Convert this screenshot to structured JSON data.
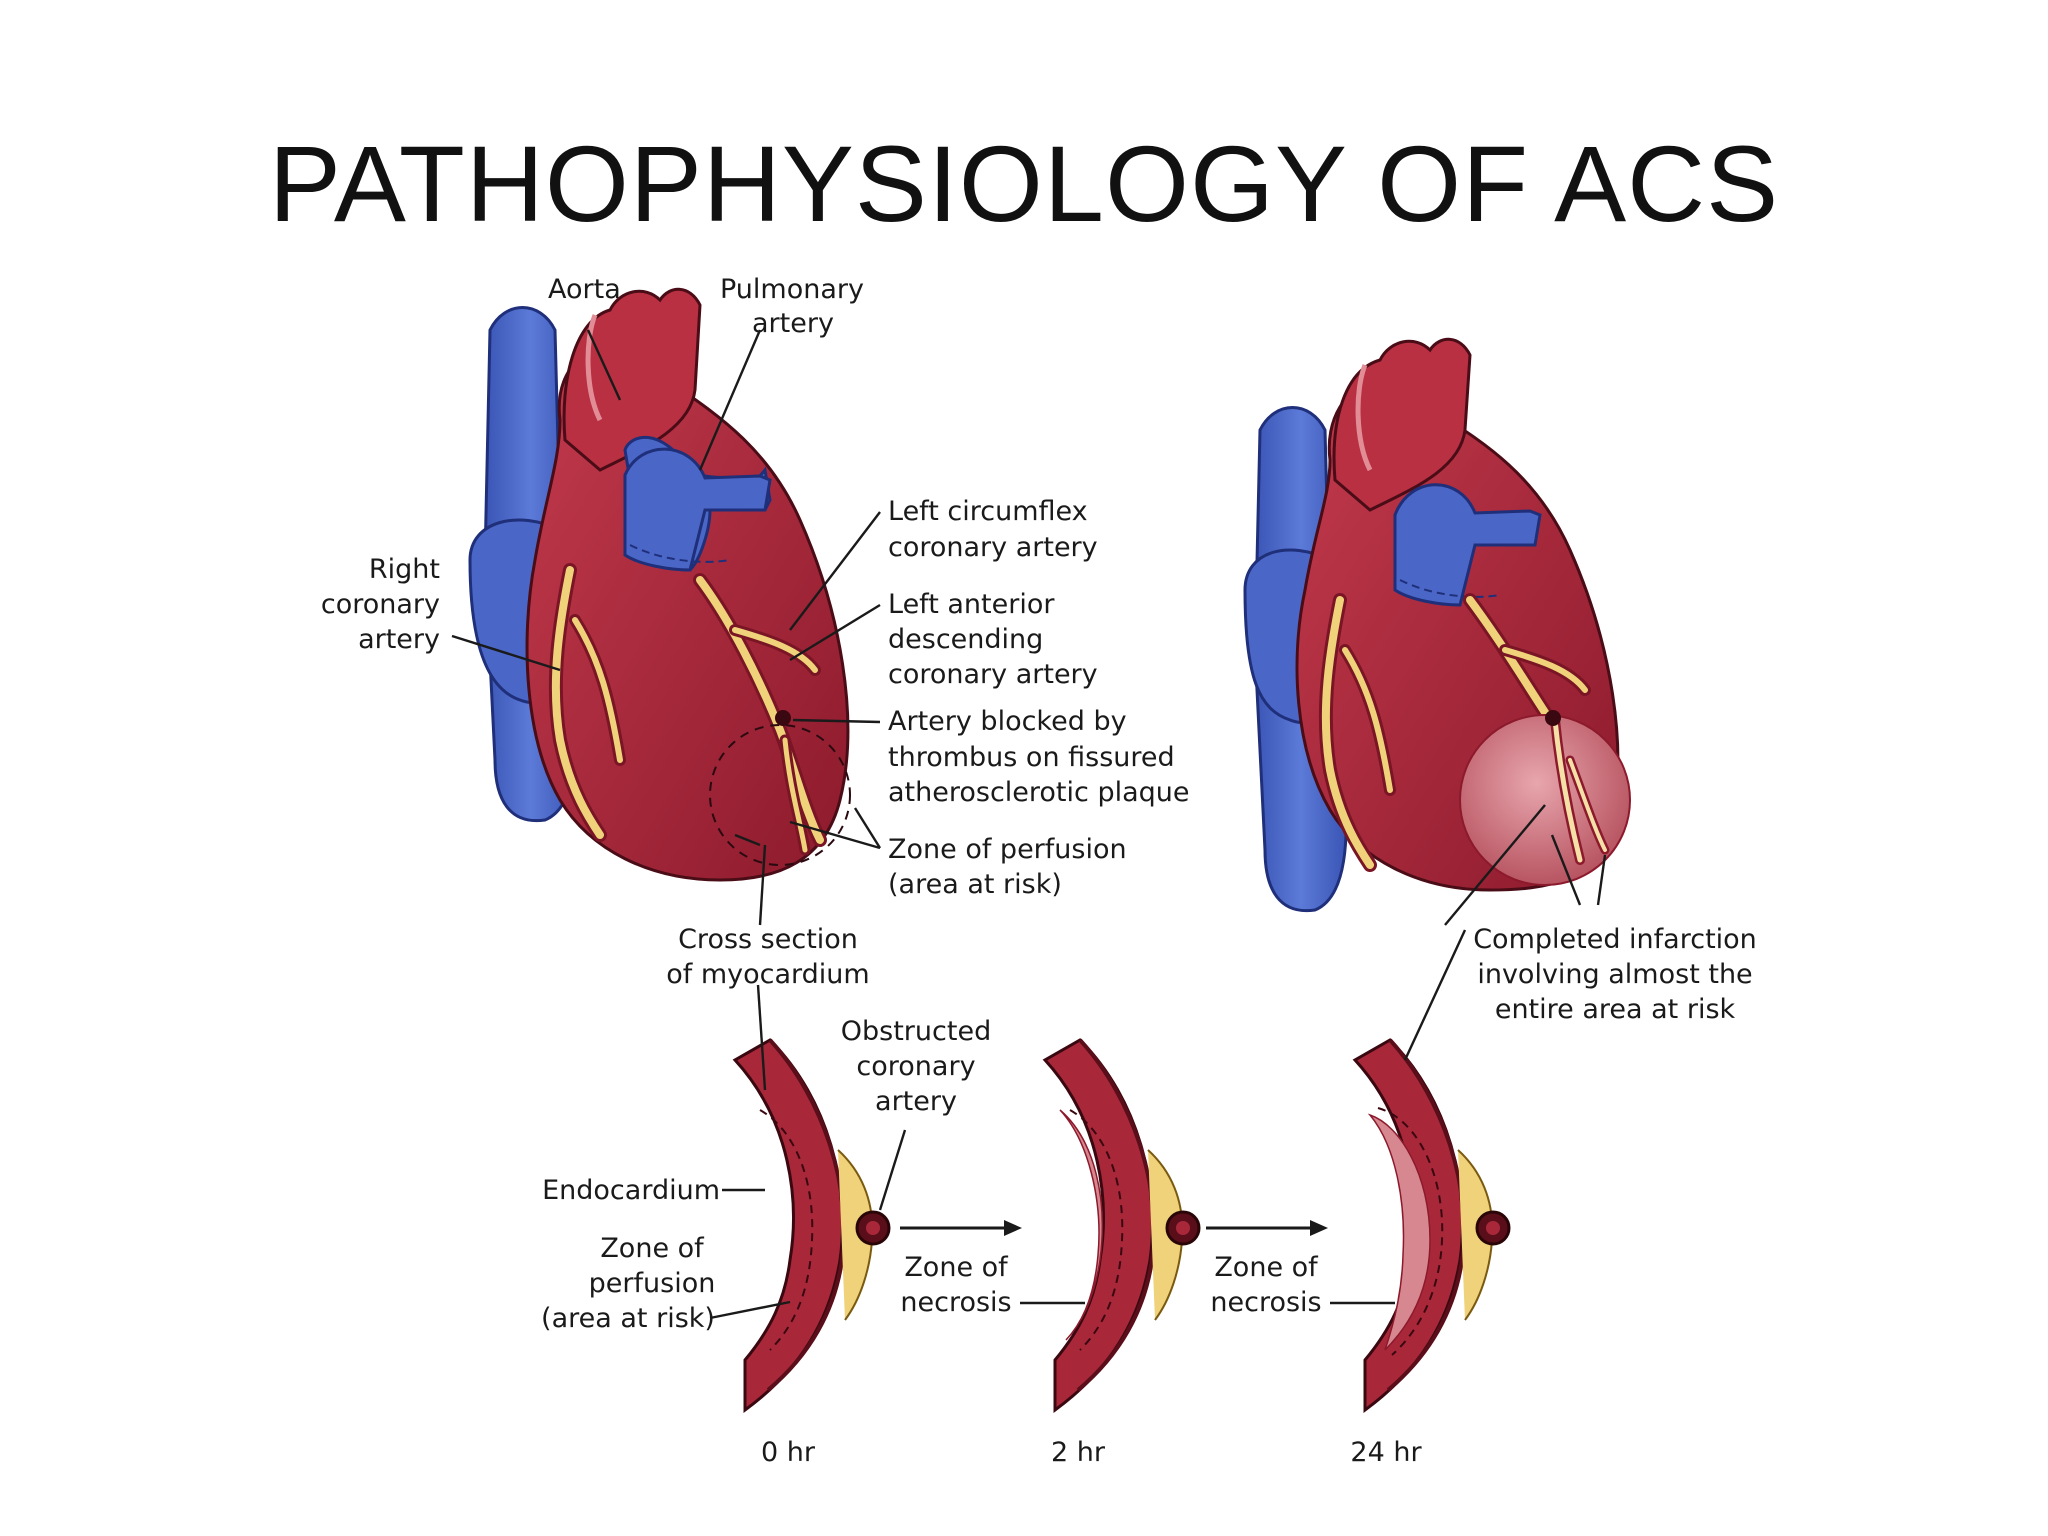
{
  "title": "PATHOPHYSIOLOGY OF ACS",
  "colors": {
    "myocardium": "#a8283a",
    "myocardium_dark": "#7a1526",
    "vein": "#4a67c8",
    "coronary": "#f0d27a",
    "necrosis": "#d7878f"
  },
  "labels": {
    "aorta": "Aorta",
    "pulmonary_1": "Pulmonary",
    "pulmonary_2": "artery",
    "right_coronary_1": "Right",
    "right_coronary_2": "coronary",
    "right_coronary_3": "artery",
    "circumflex_1": "Left circumflex",
    "circumflex_2": "coronary artery",
    "lad_1": "Left anterior",
    "lad_2": "descending",
    "lad_3": "coronary artery",
    "blocked_1": "Artery blocked by",
    "blocked_2": "thrombus on fissured",
    "blocked_3": "atherosclerotic plaque",
    "perfusion_1": "Zone of perfusion",
    "perfusion_2": "(area at risk)",
    "cross_1": "Cross section",
    "cross_2": "of myocardium",
    "infarct_1": "Completed infarction",
    "infarct_2": "involving almost the",
    "infarct_3": "entire area at risk",
    "obstructed_1": "Obstructed",
    "obstructed_2": "coronary",
    "obstructed_3": "artery",
    "endocardium": "Endocardium",
    "zp_1": "Zone of",
    "zp_2": "perfusion",
    "zp_3": "(area at risk)",
    "necrosis2_1": "Zone of",
    "necrosis2_2": "necrosis",
    "necrosis24_1": "Zone of",
    "necrosis24_2": "necrosis"
  },
  "timepoints": [
    "0 hr",
    "2 hr",
    "24 hr"
  ]
}
